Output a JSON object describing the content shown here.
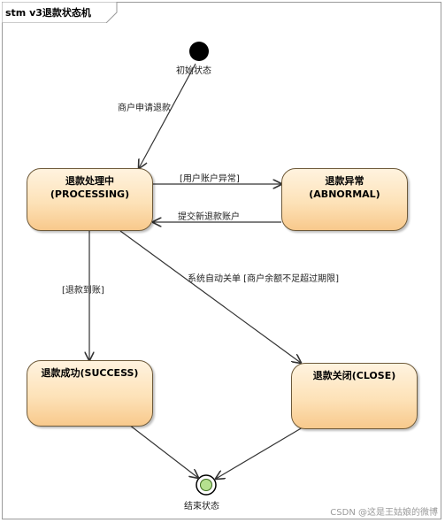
{
  "diagram": {
    "title": "stm v3退款状态机",
    "initial_label": "初始状态",
    "final_label": "结束状态",
    "states": {
      "processing": {
        "line1": "退款处理中",
        "line2": "(PROCESSING)"
      },
      "abnormal": {
        "line1": "退款异常",
        "line2": "(ABNORMAL)"
      },
      "success": {
        "line1": "退款成功(SUCCESS)"
      },
      "close": {
        "line1": "退款关闭(CLOSE)"
      }
    },
    "transitions": {
      "init_to_processing": "商户申请退款",
      "processing_to_abnormal": "[用户账户异常]",
      "abnormal_to_processing": "提交新退款账户",
      "processing_to_success": "[退款到账]",
      "processing_to_close": "系统自动关单 [商户余额不足超过期限]"
    }
  },
  "watermark": "CSDN @这是王姑娘的微博",
  "colors": {
    "state_fill": "#fde2b8",
    "state_border": "#6e5a3a",
    "final_fill": "#b5e08f"
  }
}
